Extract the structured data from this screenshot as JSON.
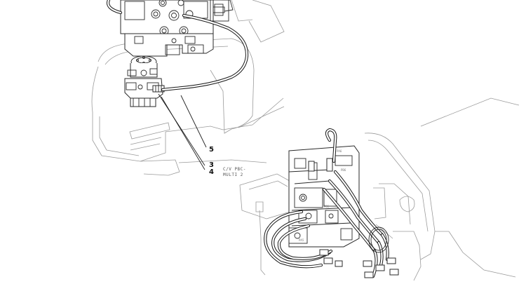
{
  "diagram": {
    "callouts": [
      {
        "id": "c5",
        "label": "5"
      },
      {
        "id": "c3",
        "label": "3"
      },
      {
        "id": "c4",
        "label": "4"
      }
    ],
    "valve_label": {
      "line1": "C/V PBC-",
      "line2": "MULTI 2"
    },
    "port_labels": [
      "PA6",
      "PB6",
      "PA5",
      "PB5"
    ]
  }
}
